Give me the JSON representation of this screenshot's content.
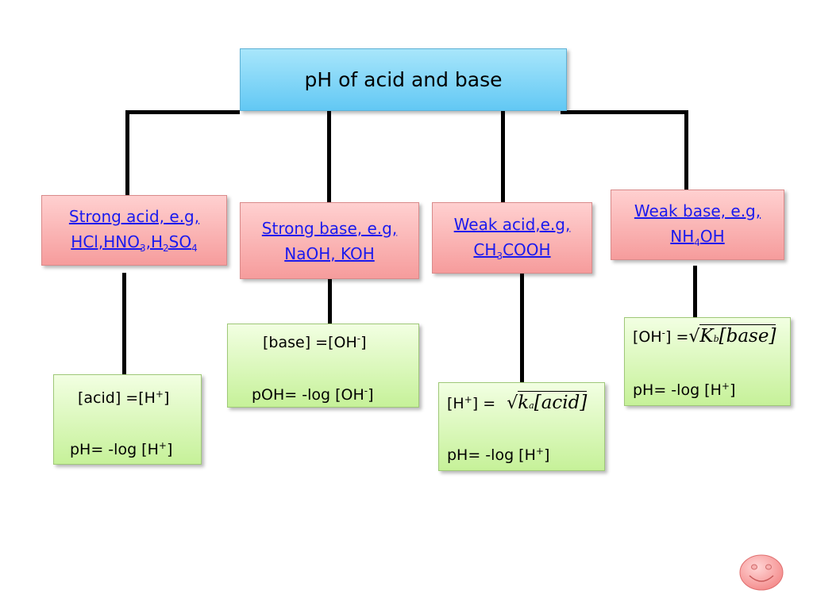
{
  "title": "pH of acid and base",
  "categories": {
    "strong_acid": {
      "line1": "Strong acid, e.g,",
      "f_a": "HCl,HNO",
      "f_b": "3",
      "f_c": ",H",
      "f_d": "2",
      "f_e": "SO",
      "f_f": "4"
    },
    "strong_base": {
      "line1": "Strong base, e.g,",
      "line2": "NaOH, KOH"
    },
    "weak_acid": {
      "line1": "Weak acid,e.g,",
      "f_a": "CH",
      "f_b": "3",
      "f_c": "COOH"
    },
    "weak_base": {
      "line1": "Weak base, e.g,",
      "f_a": "NH",
      "f_b": "4",
      "f_c": "OH"
    }
  },
  "formulas": {
    "strong_acid": {
      "l1_a": "[acid] =[H",
      "l1_sup": "+",
      "l1_b": "]",
      "l2_a": "pH= -log [H",
      "l2_sup": "+",
      "l2_b": "]"
    },
    "strong_base": {
      "l1_a": "[base] =[OH",
      "l1_sup": "-",
      "l1_b": "]",
      "l2_a": "pOH= -log [OH",
      "l2_sup": "-",
      "l2_b": "]"
    },
    "weak_acid": {
      "l1_a": "[H",
      "l1_sup": "+",
      "l1_b": "] =",
      "rad_k": "k",
      "rad_sub": "a",
      "rad_br": "[acid]",
      "l2_a": "pH= -log [H",
      "l2_sup": "+",
      "l2_b": "]"
    },
    "weak_base": {
      "l1_a": "[OH",
      "l1_sup": "-",
      "l1_b": "] =",
      "rad_k": "K",
      "rad_sub": "b",
      "rad_br": "[base]",
      "l2_a": "pH= -log [H",
      "l2_sup": "+",
      "l2_b": "]"
    }
  },
  "colors": {
    "title_fill": "#62c8f4",
    "category_fill": "#f69c9c",
    "formula_fill": "#c6f199",
    "link_text": "#1a1aee",
    "smiley_fill": "#f9a0a0"
  }
}
